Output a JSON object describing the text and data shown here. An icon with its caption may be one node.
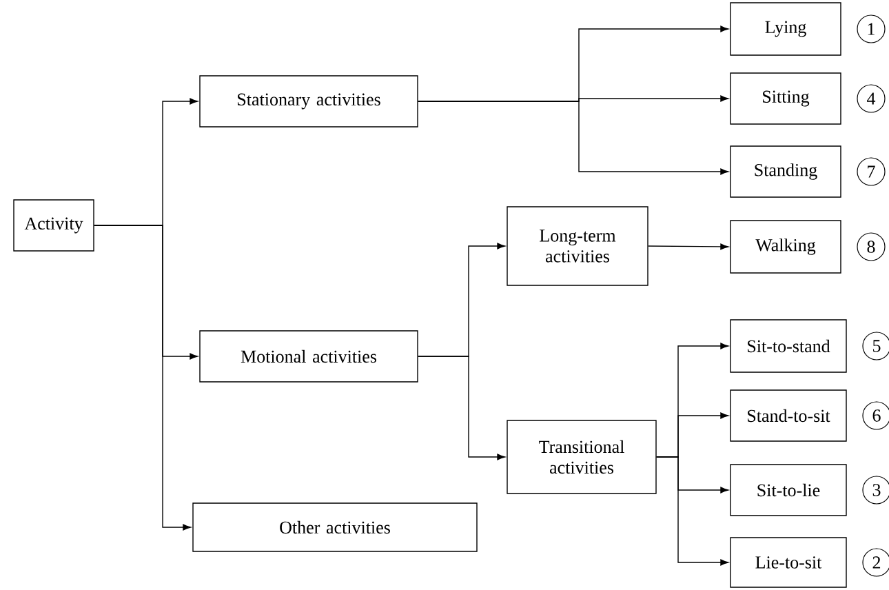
{
  "diagram": {
    "nodes": [
      {
        "text": [
          "Activity"
        ]
      },
      {
        "text": [
          "Stationary activities"
        ]
      },
      {
        "text": [
          "Motional activities"
        ]
      },
      {
        "text": [
          "Other activities"
        ]
      },
      {
        "text": [
          "Long-term activities"
        ]
      },
      {
        "text": [
          "Transitional activities"
        ]
      },
      {
        "text": [
          "Lying"
        ],
        "beside": [
          "1"
        ]
      },
      {
        "text": [
          "Sitting"
        ],
        "beside": [
          "4"
        ]
      },
      {
        "text": [
          "Standing"
        ],
        "beside": [
          "7"
        ]
      },
      {
        "text": [
          "Walking"
        ],
        "beside": [
          "8"
        ]
      },
      {
        "text": [
          "Sit-to-stand"
        ],
        "beside": [
          "5"
        ]
      },
      {
        "text": [
          "Stand-to-sit"
        ],
        "beside": [
          "6"
        ]
      },
      {
        "text": [
          "Sit-to-lie"
        ],
        "beside": [
          "3"
        ]
      },
      {
        "text": [
          "Lie-to-sit"
        ],
        "beside": [
          "2"
        ]
      }
    ],
    "edges": [
      {
        "from": 0,
        "to": 1,
        "arrow": "to"
      },
      {
        "from": 0,
        "to": 2,
        "arrow": "to"
      },
      {
        "from": 0,
        "to": 3,
        "arrow": "to"
      },
      {
        "from": 1,
        "to": 6,
        "arrow": "to"
      },
      {
        "from": 1,
        "to": 7,
        "arrow": "to"
      },
      {
        "from": 1,
        "to": 8,
        "arrow": "to"
      },
      {
        "from": 2,
        "to": 4,
        "arrow": "to"
      },
      {
        "from": 2,
        "to": 5,
        "arrow": "to"
      },
      {
        "from": 4,
        "to": 9,
        "arrow": "to"
      },
      {
        "from": 5,
        "to": 10,
        "arrow": "to"
      },
      {
        "from": 5,
        "to": 11,
        "arrow": "to"
      },
      {
        "from": 5,
        "to": 12,
        "arrow": "to"
      },
      {
        "from": 5,
        "to": 13,
        "arrow": "to"
      }
    ]
  }
}
